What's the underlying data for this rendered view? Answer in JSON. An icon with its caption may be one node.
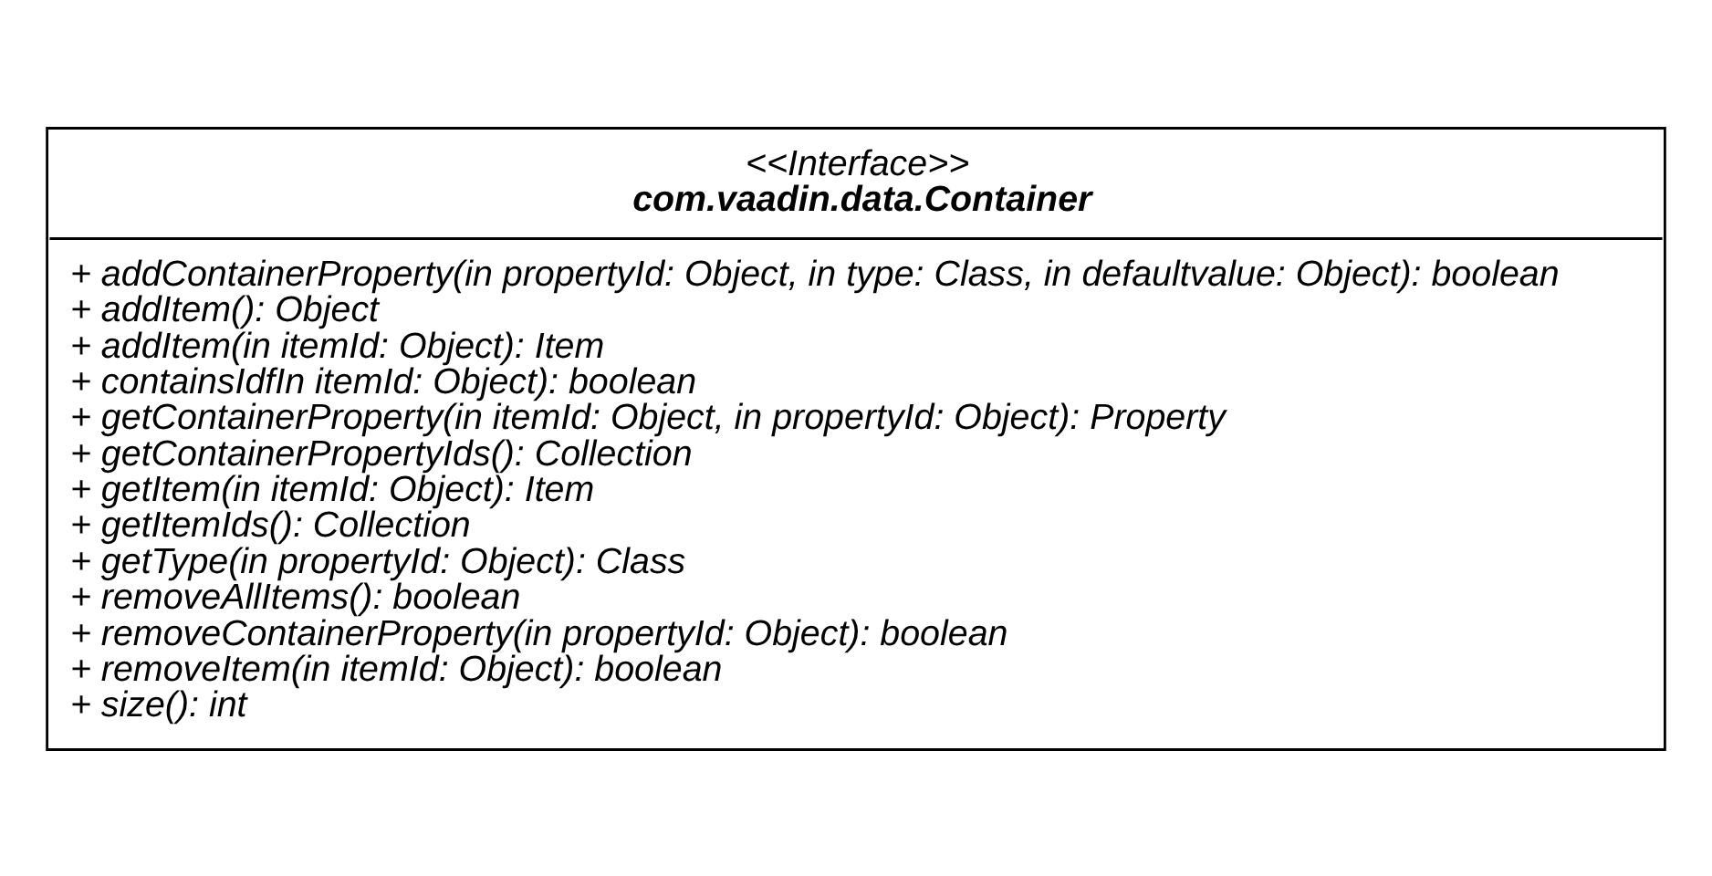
{
  "diagram": {
    "nodes": [
      {
        "text": [
          "<<Interface>>",
          "com.vaadin.data.Container",
          "+ addContainerProperty(in propertyId: Object, in type: Class, in defaultvalue: Object): boolean",
          "+ addItem(): Object",
          "+ addItem(in itemId: Object): Item",
          "+ containsIdfIn itemId: Object): boolean",
          "+ getContainerProperty(in itemId: Object, in propertyId: Object): Property",
          "+ getContainerPropertyIds(): Collection",
          "+ getItem(in itemId: Object): Item",
          "+ getItemIds(): Collection",
          "+ getType(in propertyId: Object): Class",
          "+ removeAllItems(): boolean",
          "+ removeContainerProperty(in propertyId: Object): boolean",
          "+ removeItem(in itemId: Object): boolean",
          "+ size(): int"
        ]
      }
    ],
    "edges": []
  }
}
